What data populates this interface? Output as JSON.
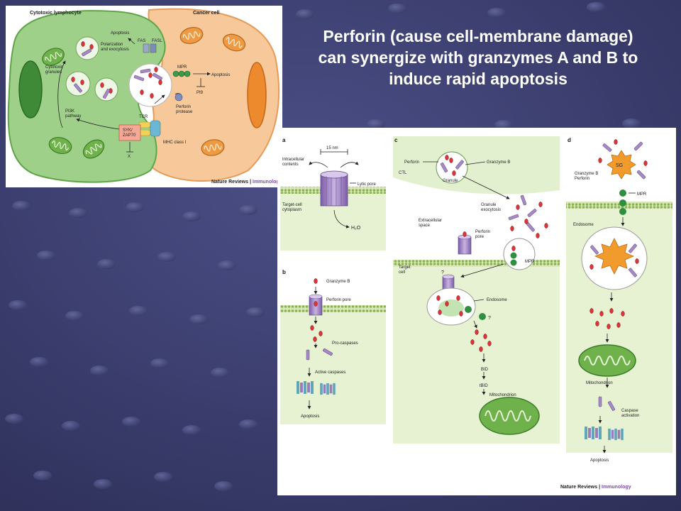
{
  "slide": {
    "title_lines": [
      "Perforin (cause cell-membrane damage)",
      "can synergize with granzymes A and B to",
      "induce rapid apoptosis"
    ],
    "background_color": "#3c3f70"
  },
  "figure_top": {
    "cell_labels": {
      "left": "Cytotoxic lymphocyte",
      "right": "Cancer cell"
    },
    "labels": {
      "apoptosis_top": "Apoptosis",
      "fas": "FAS",
      "fasl": "FASL",
      "polarization": "Polarization\nand exocytosis",
      "mpr": "MPR",
      "apoptosis_right": "Apoptosis",
      "cytotoxic_granules": "Cytotoxic\ngranules",
      "perforin_protease": "Perforin\nprotease",
      "pi9": "PI9",
      "pi3k": "PI3K\npathway",
      "tcr": "TCR",
      "syk": "SYK/\nZAP70",
      "mhc": "MHC class I",
      "x": "X"
    },
    "credit": {
      "source": "Nature Reviews",
      "journal": "Immunology"
    }
  },
  "figure_bottom": {
    "panel_letters": [
      "a",
      "b",
      "c",
      "d"
    ],
    "panel_a": {
      "size": "15 nm",
      "intracellular": "Intracellular\ncontents",
      "lytic_pore": "Lytic pore",
      "target_cytoplasm": "Target-cell\ncytoplasm",
      "water": "H₂O"
    },
    "panel_b": {
      "granzyme_b": "Granzyme B",
      "perforin_pore": "Perforin pore",
      "pro_caspases": "Pro-caspases",
      "active_caspases": "Active caspases",
      "apoptosis": "Apoptosis"
    },
    "panel_c": {
      "perforin": "Perforin",
      "granzyme_b": "Granzyme B",
      "ctl": "CTL",
      "granule": "Granule",
      "granule_exocytosis": "Granule\nexocytosis",
      "extracellular": "Extracellular\nspace",
      "perforin_pore": "Perforin\npore",
      "mpr": "MPR",
      "target_cell": "Target\ncell",
      "q1": "?",
      "endosome": "Endosome",
      "q2": "?",
      "bid": "BID",
      "tbid": "tBID",
      "mitochondrion": "Mitochondrion"
    },
    "panel_d": {
      "sg": "SG",
      "granzyme_perforin": "Granzyme B\nPerforin",
      "mpr": "MPR",
      "endosome": "Endosome",
      "mitochondrion": "Mitochondrion",
      "caspase_activation": "Caspase\nactivation",
      "apoptosis": "Apoptosis"
    },
    "credit": {
      "source": "Nature Reviews",
      "journal": "Immunology"
    }
  },
  "colors": {
    "credit_accent": "#7a4fa0",
    "lymphocyte_green": "#9fd08a",
    "cancer_orange": "#f6c89a",
    "perforin_purple": "#a58ac4",
    "granzyme_red": "#d8343a"
  }
}
